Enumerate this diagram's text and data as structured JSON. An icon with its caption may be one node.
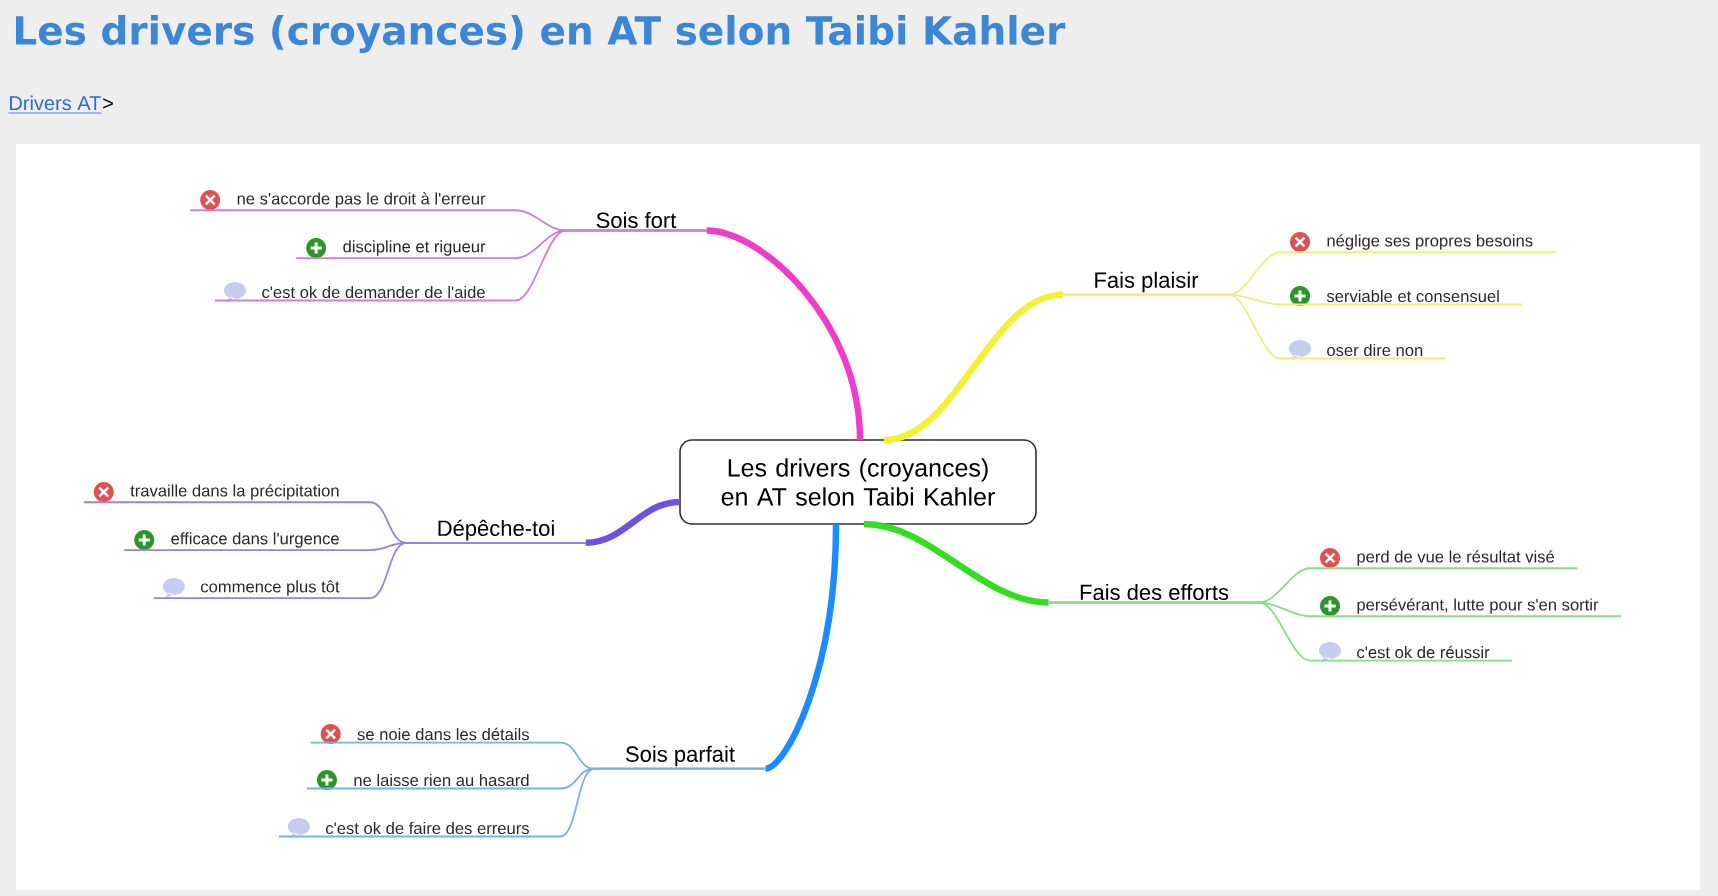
{
  "diagram": {
    "title": "Les drivers (croyances) en AT selon Taibi Kahler",
    "nodes": [
      {
        "text": [
          "Les drivers (croyances) en AT selon Taibi Kahler"
        ]
      },
      {
        "text": [
          "Sois fort"
        ]
      },
      {
        "text": [
          "ne s'accorde pas le droit à l'erreur"
        ]
      },
      {
        "text": [
          "discipline et rigueur"
        ]
      },
      {
        "text": [
          "c'est ok de demander de l'aide"
        ]
      },
      {
        "text": [
          "Fais plaisir"
        ]
      },
      {
        "text": [
          "néglige ses propres besoins"
        ]
      },
      {
        "text": [
          "serviable et consensuel"
        ]
      },
      {
        "text": [
          "oser dire non"
        ]
      },
      {
        "text": [
          "Dépêche-toi"
        ]
      },
      {
        "text": [
          "travaille dans la précipitation"
        ]
      },
      {
        "text": [
          "efficace dans l'urgence"
        ]
      },
      {
        "text": [
          "commence plus tôt"
        ]
      },
      {
        "text": [
          "Fais des efforts"
        ]
      },
      {
        "text": [
          "perd de vue le résultat visé"
        ]
      },
      {
        "text": [
          "persévérant, lutte pour s'en sortir"
        ]
      },
      {
        "text": [
          "c'est ok de réussir"
        ]
      },
      {
        "text": [
          "Sois parfait"
        ]
      },
      {
        "text": [
          "se noie dans les détails"
        ]
      },
      {
        "text": [
          "ne laisse rien au hasard"
        ]
      },
      {
        "text": [
          "c'est ok de faire des erreurs"
        ]
      }
    ],
    "edges": [
      {
        "from": 0,
        "to": 1,
        "arrow": "none",
        "style": "thick",
        "color": "#f03cc8"
      },
      {
        "from": 1,
        "to": 2,
        "arrow": "none",
        "color": "#d67ad6"
      },
      {
        "from": 1,
        "to": 3,
        "arrow": "none",
        "color": "#d67ad6"
      },
      {
        "from": 1,
        "to": 4,
        "arrow": "none",
        "color": "#d67ad6"
      },
      {
        "from": 0,
        "to": 5,
        "arrow": "none",
        "style": "thick",
        "color": "#f5f032"
      },
      {
        "from": 5,
        "to": 6,
        "arrow": "none",
        "color": "#f2ec7a"
      },
      {
        "from": 5,
        "to": 7,
        "arrow": "none",
        "color": "#f2ec7a"
      },
      {
        "from": 5,
        "to": 8,
        "arrow": "none",
        "color": "#f2ec7a"
      },
      {
        "from": 0,
        "to": 9,
        "arrow": "none",
        "style": "thick",
        "color": "#7050e0"
      },
      {
        "from": 9,
        "to": 10,
        "arrow": "none",
        "color": "#9a80e0"
      },
      {
        "from": 9,
        "to": 11,
        "arrow": "none",
        "color": "#9a80e0"
      },
      {
        "from": 9,
        "to": 12,
        "arrow": "none",
        "color": "#9a80e0"
      },
      {
        "from": 0,
        "to": 13,
        "arrow": "none",
        "style": "thick",
        "color": "#33dd22"
      },
      {
        "from": 13,
        "to": 14,
        "arrow": "none",
        "color": "#88dd88"
      },
      {
        "from": 13,
        "to": 15,
        "arrow": "none",
        "color": "#88dd88"
      },
      {
        "from": 13,
        "to": 16,
        "arrow": "none",
        "color": "#88dd88"
      },
      {
        "from": 0,
        "to": 17,
        "arrow": "none",
        "style": "thick",
        "color": "#1a8cff"
      },
      {
        "from": 17,
        "to": 18,
        "arrow": "none",
        "color": "#7ab0e8"
      },
      {
        "from": 17,
        "to": 19,
        "arrow": "none",
        "color": "#7ab0e8"
      },
      {
        "from": 17,
        "to": 20,
        "arrow": "none",
        "color": "#7ab0e8"
      }
    ],
    "labels": [
      "Drivers AT",
      ">"
    ]
  }
}
